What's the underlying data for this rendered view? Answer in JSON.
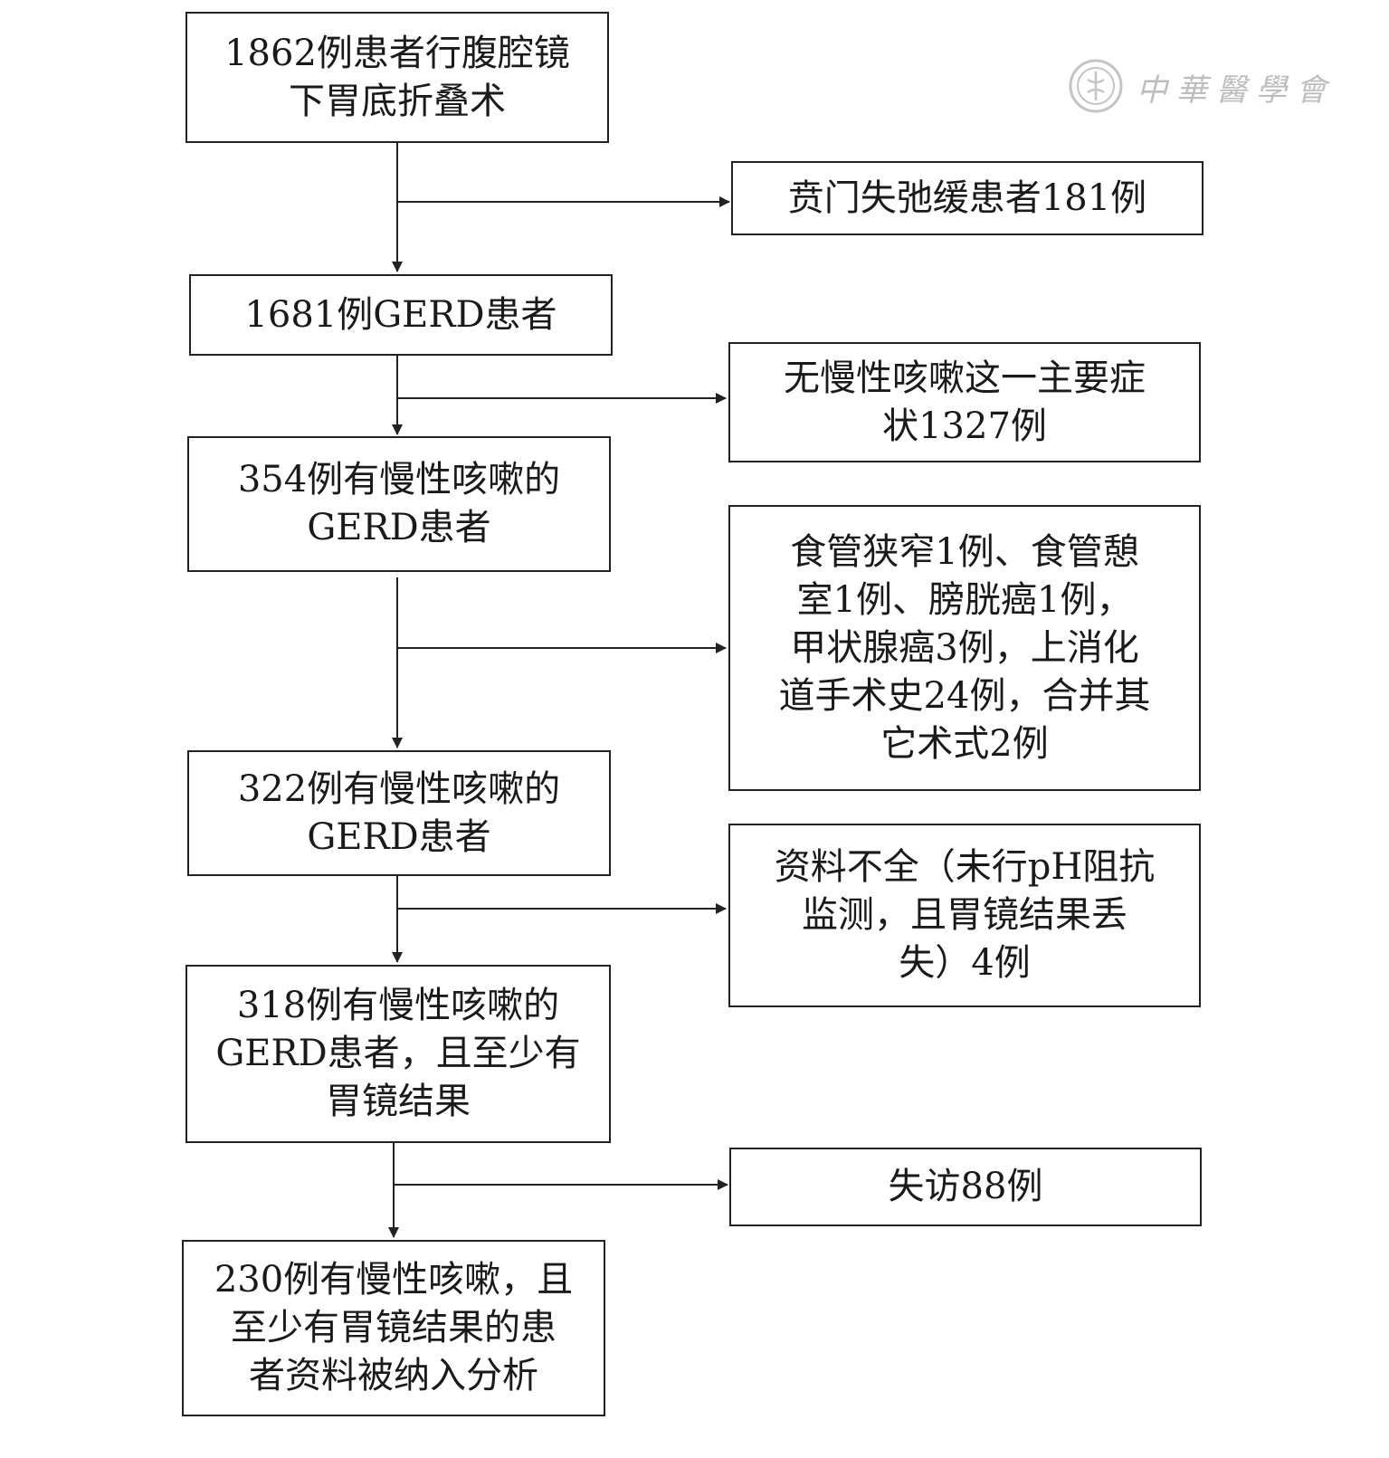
{
  "watermark": {
    "text": "中華醫學會",
    "color": "#bdbdbd"
  },
  "colors": {
    "line": "#222222",
    "text": "#1a1a1a",
    "background": "#ffffff"
  },
  "main_steps": [
    {
      "lines": [
        "1862例患者行腹腔镜",
        "下胃底折叠术"
      ]
    },
    {
      "lines": [
        "1681例GERD患者"
      ]
    },
    {
      "lines": [
        "354例有慢性咳嗽的",
        "GERD患者"
      ]
    },
    {
      "lines": [
        "322例有慢性咳嗽的",
        "GERD患者"
      ]
    },
    {
      "lines": [
        "318例有慢性咳嗽的",
        "GERD患者，且至少有",
        "胃镜结果"
      ]
    },
    {
      "lines": [
        "230例有慢性咳嗽，且",
        "至少有胃镜结果的患",
        "者资料被纳入分析"
      ]
    }
  ],
  "exclusions": [
    {
      "lines": [
        "贲门失弛缓患者181例"
      ]
    },
    {
      "lines": [
        "无慢性咳嗽这一主要症",
        "状1327例"
      ]
    },
    {
      "lines": [
        "食管狭窄1例、食管憩",
        "室1例、膀胱癌1例，",
        "甲状腺癌3例，上消化",
        "道手术史24例，合并其",
        "它术式2例"
      ]
    },
    {
      "lines": [
        "资料不全（未行pH阻抗",
        "监测，且胃镜结果丢",
        "失）4例"
      ]
    },
    {
      "lines": [
        "失访88例"
      ]
    }
  ]
}
